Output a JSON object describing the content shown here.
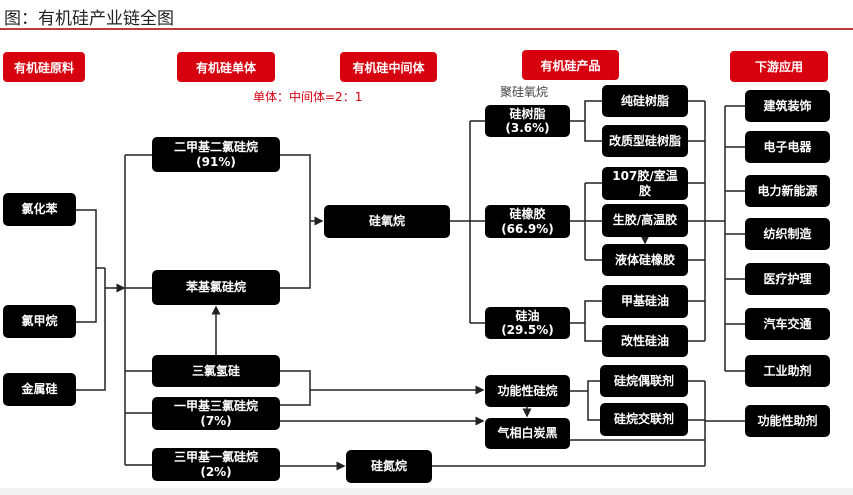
{
  "title": "图：有机硅产业链全图",
  "headers": {
    "raw": "有机硅原料",
    "monomer": "有机硅单体",
    "intermediate": "有机硅中间体",
    "product": "有机硅产品",
    "downstream": "下游应用"
  },
  "ratio_note": "单体：中间体=2：1",
  "polysiloxane_label": "聚硅氧烷",
  "raw": [
    "氯化苯",
    "氯甲烷",
    "金属硅"
  ],
  "monomers": [
    {
      "name": "二甲基二氯硅烷",
      "share": "(91%)"
    },
    {
      "name": "苯基氯硅烷",
      "share": ""
    },
    {
      "name": "三氯氢硅",
      "share": ""
    },
    {
      "name": "一甲基三氯硅烷",
      "share": "(7%)"
    },
    {
      "name": "三甲基一氯硅烷",
      "share": "(2%)"
    }
  ],
  "intermediate": "硅氧烷",
  "products": [
    {
      "name": "硅树脂",
      "share": "(3.6%)"
    },
    {
      "name": "硅橡胶",
      "share": "(66.9%)"
    },
    {
      "name": "硅油",
      "share": "(29.5%)"
    }
  ],
  "subproducts": [
    "纯硅树脂",
    "改质型硅树脂",
    "107胶/室温胶",
    "生胶/高温胶",
    "液体硅橡胶",
    "甲基硅油",
    "改性硅油"
  ],
  "functional": {
    "silane": "功能性硅烷",
    "silica": "气相白炭黑",
    "coupling": "硅烷偶联剂",
    "crosslink": "硅烷交联剂",
    "silazane": "硅氮烷"
  },
  "downstream": [
    "建筑装饰",
    "电子电器",
    "电力新能源",
    "纺织制造",
    "医疗护理",
    "汽车交通",
    "工业助剂",
    "功能性助剂"
  ]
}
